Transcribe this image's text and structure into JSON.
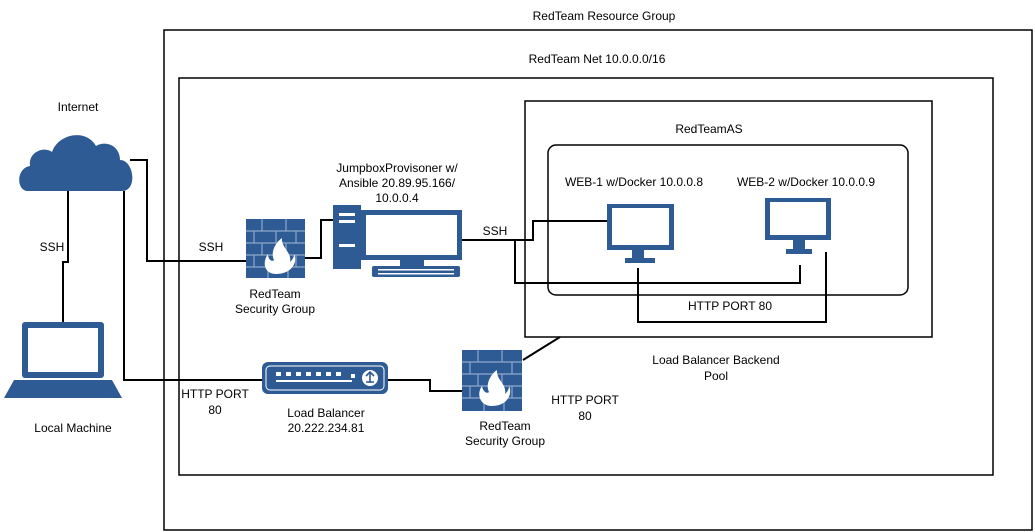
{
  "diagram": {
    "resource_group_label": "RedTeam Resource Group",
    "vnet_label": "RedTeam Net 10.0.0.0/16",
    "availability_set_label": "RedTeamAS",
    "nodes": {
      "internet": {
        "label": "Internet",
        "icon": "cloud-icon"
      },
      "local_machine": {
        "label": "Local Machine",
        "icon": "laptop-icon"
      },
      "jumpbox": {
        "label_lines": [
          "JumpboxProvisoner w/",
          "Ansible 20.89.95.166/",
          "10.0.0.4"
        ],
        "icon": "desktop-computer-icon"
      },
      "web1": {
        "label": "WEB-1 w/Docker 10.0.0.8",
        "icon": "monitor-icon"
      },
      "web2": {
        "label": "WEB-2 w/Docker 10.0.0.9",
        "icon": "monitor-icon"
      },
      "nsg_top": {
        "label_lines": [
          "RedTeam",
          "Security Group"
        ],
        "icon": "firewall-icon"
      },
      "nsg_bottom": {
        "label_lines": [
          "RedTeam",
          "Security Group"
        ],
        "icon": "firewall-icon"
      },
      "load_balancer": {
        "label_lines": [
          "Load Balancer",
          "20.222.234.81"
        ],
        "icon": "load-balancer-icon"
      },
      "backend_pool": {
        "label_lines": [
          "Load Balancer Backend",
          "Pool"
        ]
      }
    },
    "edges": {
      "ssh_laptop_internet": "SSH",
      "ssh_internet_nsg": "SSH",
      "ssh_jumpbox_web": "SSH",
      "http_web_pool": "HTTP PORT 80",
      "http_internet_lb": [
        "HTTP PORT",
        "80"
      ],
      "http_nsg_pool": [
        "HTTP PORT",
        "80"
      ]
    },
    "colors": {
      "icon_blue": "#2f5b95",
      "line": "#000000"
    }
  }
}
